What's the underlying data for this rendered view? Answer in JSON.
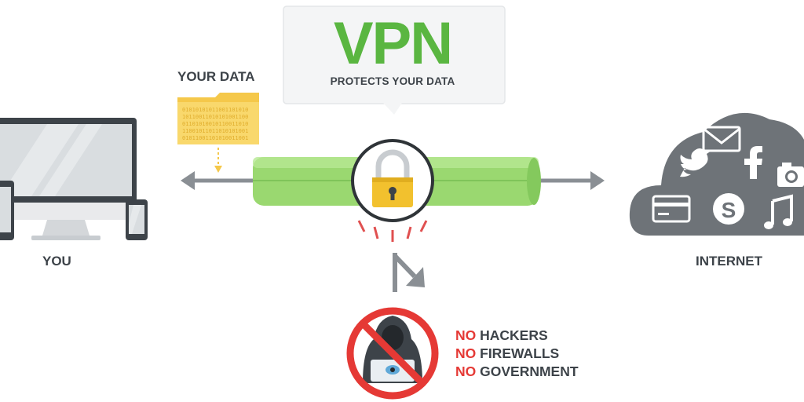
{
  "callout": {
    "title": "VPN",
    "subtitle": "PROTECTS YOUR DATA"
  },
  "labels": {
    "your_data": "YOUR DATA",
    "you": "YOU",
    "internet": "INTERNET"
  },
  "file_binary_text": "0101010101100110101001011001101010100110010110110101",
  "blocked": [
    {
      "prefix": "NO",
      "item": "HACKERS"
    },
    {
      "prefix": "NO",
      "item": "FIREWALLS"
    },
    {
      "prefix": "NO",
      "item": "GOVERNMENT"
    }
  ],
  "colors": {
    "vpn_green": "#5ab641",
    "tunnel_green": "#9ad870",
    "folder_yellow": "#f5c84a",
    "lock_gold": "#f2c12e",
    "alert_red": "#e53935",
    "device_dark": "#3d4349",
    "cloud_gray": "#6e7378",
    "arrow_gray": "#8a8f94"
  },
  "icons": [
    "monitor-icon",
    "tablet-icon",
    "phone-icon",
    "folder-icon",
    "padlock-icon",
    "cloud-icon",
    "mail-icon",
    "twitter-icon",
    "facebook-icon",
    "camera-icon",
    "credit-card-icon",
    "skype-icon",
    "music-note-icon",
    "hacker-icon",
    "prohibited-icon"
  ]
}
